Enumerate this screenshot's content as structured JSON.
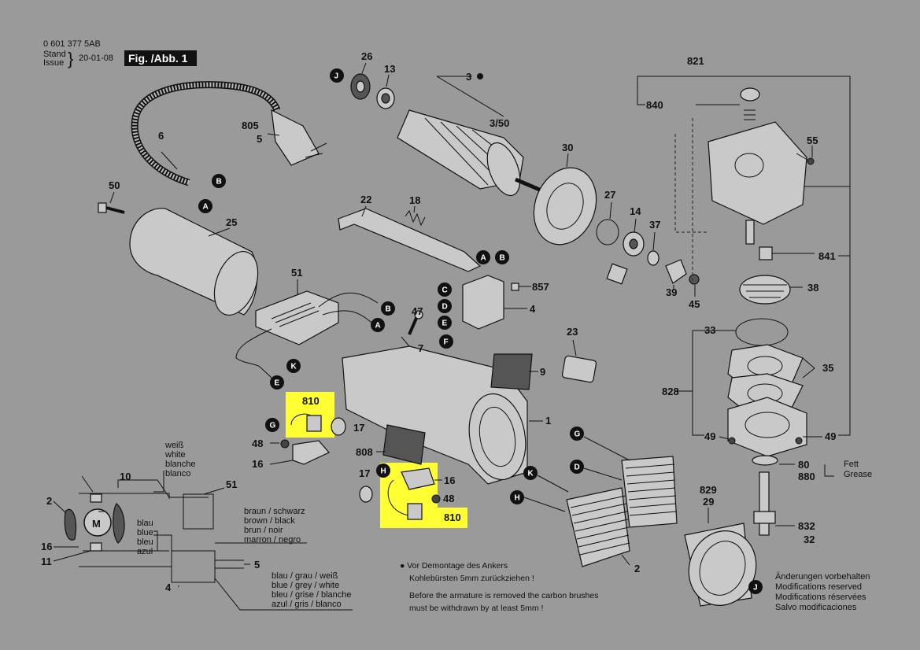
{
  "header": {
    "part_number": "0 601 377 5AB",
    "stand": "Stand",
    "issue": "Issue",
    "date": "20-01-08",
    "figure": "Fig. /Abb. 1"
  },
  "labels": {
    "l26": "26",
    "l13": "13",
    "l3": "3",
    "l3_50": "3/50",
    "l805": "805",
    "l5": "5",
    "l6": "6",
    "l50": "50",
    "l25": "25",
    "l30": "30",
    "l22": "22",
    "l18": "18",
    "l27": "27",
    "l14": "14",
    "l37": "37",
    "l39": "39",
    "l45": "45",
    "l857": "857",
    "l4": "4",
    "l47": "47",
    "l7": "7",
    "l51": "51",
    "l23": "23",
    "l9": "9",
    "l1": "1",
    "l810a": "810",
    "l17a": "17",
    "l48a": "48",
    "l16a": "16",
    "l808": "808",
    "l17b": "17",
    "l16b": "16",
    "l48b": "48",
    "l810b": "810",
    "l821": "821",
    "l840": "840",
    "l55": "55",
    "l841": "841",
    "l38": "38",
    "l33": "33",
    "l35": "35",
    "l828": "828",
    "l49a": "49",
    "l49b": "49",
    "l80": "80",
    "l880": "880",
    "l829": "829",
    "l29": "29",
    "l832": "832",
    "l32": "32",
    "l2": "2",
    "w10": "10",
    "w2": "2",
    "w16": "16",
    "w11": "11",
    "w51": "51",
    "w5": "5",
    "w4": "4"
  },
  "badges": {
    "J": "J",
    "B": "B",
    "A": "A",
    "C": "C",
    "D": "D",
    "E": "E",
    "F": "F",
    "K": "K",
    "G": "G",
    "H": "H",
    "M": "M"
  },
  "wiring_colors": {
    "white": [
      "weiß",
      "white",
      "blanche",
      "blanco"
    ],
    "brown": [
      "braun / schwarz",
      "brown / black",
      "brun / noir",
      "marron / negro"
    ],
    "blue": [
      "blau",
      "blue",
      "bleu",
      "azul"
    ],
    "mixed": [
      "blau / grau / weiß",
      "blue / grey / white",
      "bleu / grise / blanche",
      "azul / gris / blanco"
    ]
  },
  "grease": {
    "de": "Fett",
    "en": "Grease"
  },
  "footnote": {
    "line1": "● Vor Demontage des Ankers",
    "line2": "Kohlebürsten 5mm zurückziehen !",
    "line3": "Before the armature is removed the carbon brushes",
    "line4": "must be withdrawn by at least 5mm !"
  },
  "changes": {
    "de": "Änderungen vorbehalten",
    "en": "Modifications reserved",
    "fr": "Modifications réservées",
    "es": "Salvo modificaciones"
  },
  "colors": {
    "background": "#9a9a9a",
    "highlight": "#ffff33",
    "badge": "#111111"
  }
}
